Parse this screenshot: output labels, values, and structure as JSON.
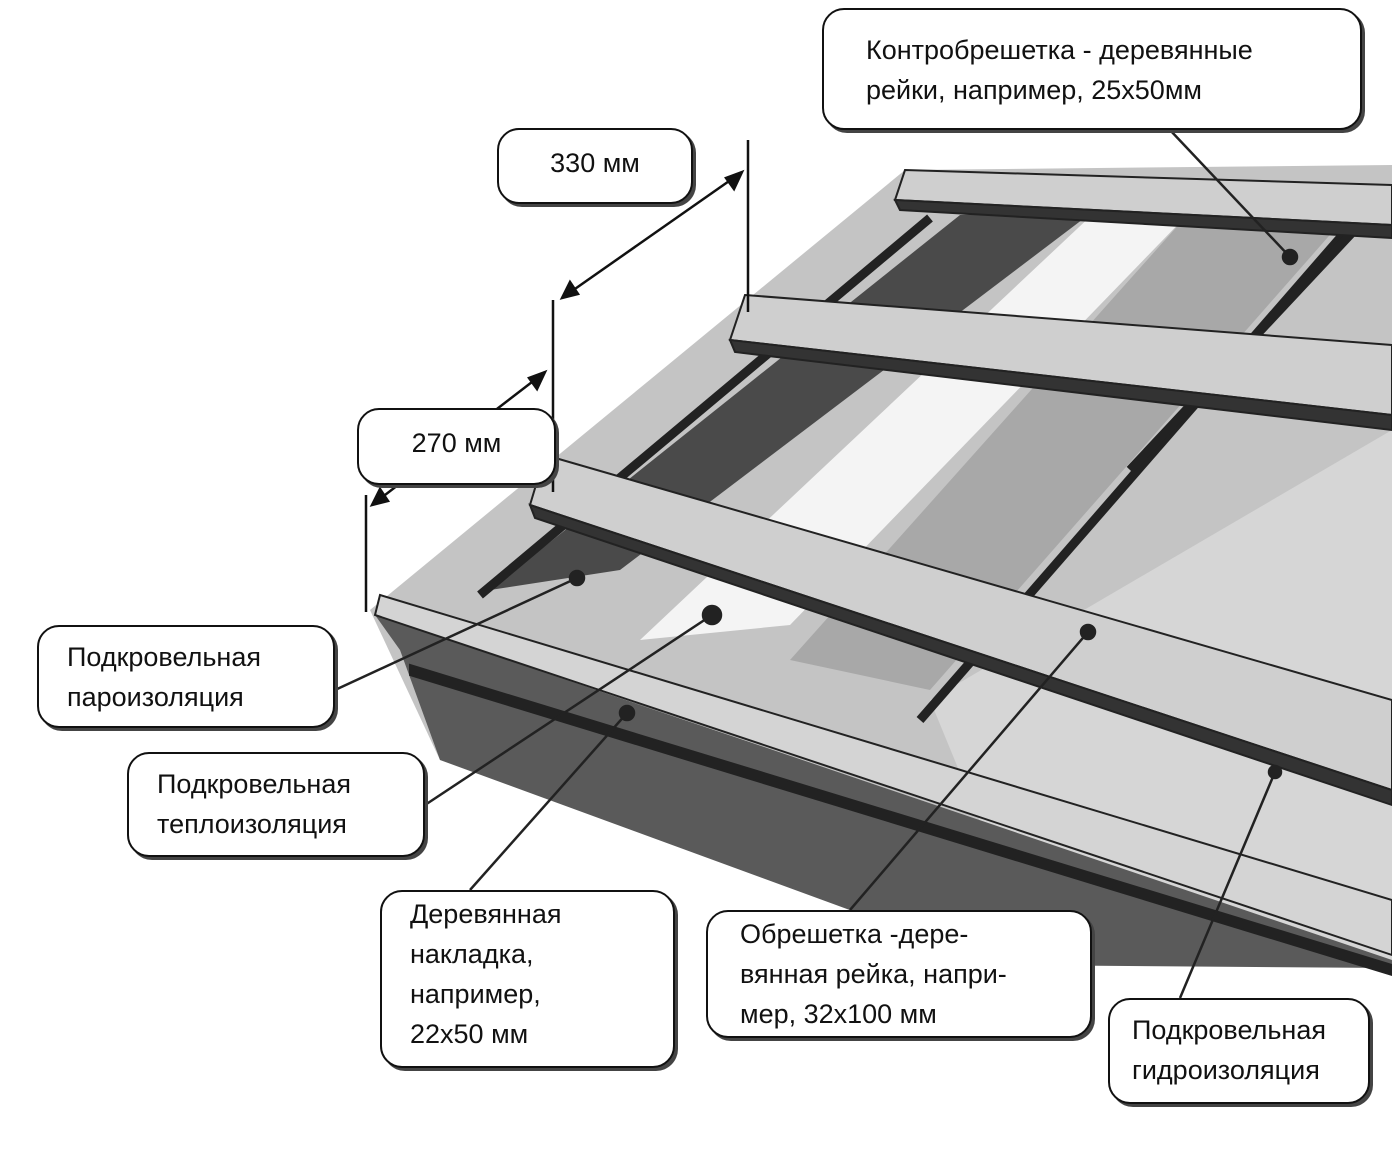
{
  "labels": {
    "counter_batten": [
      "Контробрешетка - деревянные",
      "рейки, например, 25x50мм"
    ],
    "dim_330": "330 мм",
    "dim_270": "270 мм",
    "vapour_barrier": [
      "Подкровельная",
      "пароизоляция"
    ],
    "thermal_insulation": [
      "Подкровельная",
      "теплоизоляция"
    ],
    "wood_overlay": [
      "Деревянная",
      "накладка,",
      "например,",
      "22x50 мм"
    ],
    "batten": [
      "Обрешетка -дере-",
      "вянная рейка, напри-",
      "мер, 32x100 мм"
    ],
    "waterproofing": [
      "Подкровельная",
      "гидроизоляция"
    ]
  },
  "colors": {
    "plane": "#c4c4c4",
    "dark": "#4a4a4a",
    "white": "#f4f4f4",
    "board": "#cfcfcf",
    "fascia": "#5a5a5a"
  }
}
